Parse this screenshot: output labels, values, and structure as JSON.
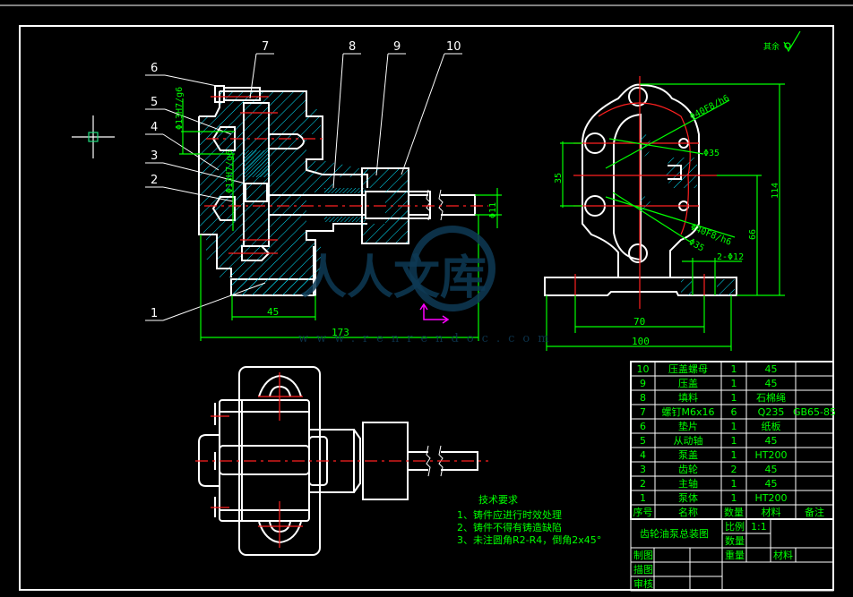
{
  "drawing": {
    "title": "齿轮油泵总装图",
    "scale_label": "比例",
    "scale_value": "1:1",
    "quantity_label": "数量",
    "weight_label": "重量",
    "material_label": "材料",
    "drawn_by_label": "制图",
    "traced_by_label": "描图",
    "checked_by_label": "审核",
    "roughness_label": "其余"
  },
  "bom": {
    "headers": [
      "序号",
      "名称",
      "数量",
      "材料",
      "备注"
    ],
    "rows": [
      {
        "no": "10",
        "name": "压盖螺母",
        "qty": "1",
        "material": "45",
        "note": ""
      },
      {
        "no": "9",
        "name": "压盖",
        "qty": "1",
        "material": "45",
        "note": ""
      },
      {
        "no": "8",
        "name": "填料",
        "qty": "1",
        "material": "石棉绳",
        "note": ""
      },
      {
        "no": "7",
        "name": "螺钉M6x16",
        "qty": "6",
        "material": "Q235",
        "note": "GB65-85"
      },
      {
        "no": "6",
        "name": "垫片",
        "qty": "1",
        "material": "纸板",
        "note": ""
      },
      {
        "no": "5",
        "name": "从动轴",
        "qty": "1",
        "material": "45",
        "note": ""
      },
      {
        "no": "4",
        "name": "泵盖",
        "qty": "1",
        "material": "HT200",
        "note": ""
      },
      {
        "no": "3",
        "name": "齿轮",
        "qty": "2",
        "material": "45",
        "note": ""
      },
      {
        "no": "2",
        "name": "主轴",
        "qty": "1",
        "material": "45",
        "note": ""
      },
      {
        "no": "1",
        "name": "泵体",
        "qty": "1",
        "material": "HT200",
        "note": ""
      }
    ]
  },
  "tech_requirements": {
    "title": "技术要求",
    "items": [
      "1、铸件应进行时效处理",
      "2、铸件不得有铸造缺陷",
      "3、未注圆角R2-R4，倒角2x45°"
    ]
  },
  "balloons": [
    "1",
    "2",
    "3",
    "4",
    "5",
    "6",
    "7",
    "8",
    "9",
    "10"
  ],
  "dimensions": {
    "front_view": {
      "d45": "45",
      "d173": "173",
      "phi11": "Φ11",
      "fit1": "Φ13H7/g6",
      "fit2": "Φ13H7/g6"
    },
    "side_view": {
      "fit_top": "Φ40F8/h6",
      "phi35_top": "Φ35",
      "fit_bottom": "Φ40F8/h6",
      "phi35_bottom": "Φ35",
      "d35": "35",
      "d114": "114",
      "d66": "66",
      "holes": "2-Φ12",
      "d70": "70",
      "d100": "100"
    }
  },
  "watermark": {
    "text": "人人文库",
    "url": "www.renrendoc.com"
  },
  "colors": {
    "background": "#000000",
    "outline": "#ffffff",
    "centerline": "#ff2020",
    "dimension": "#00ff00",
    "hatch": "#00e5ff",
    "ucs": "#ff00ff"
  }
}
